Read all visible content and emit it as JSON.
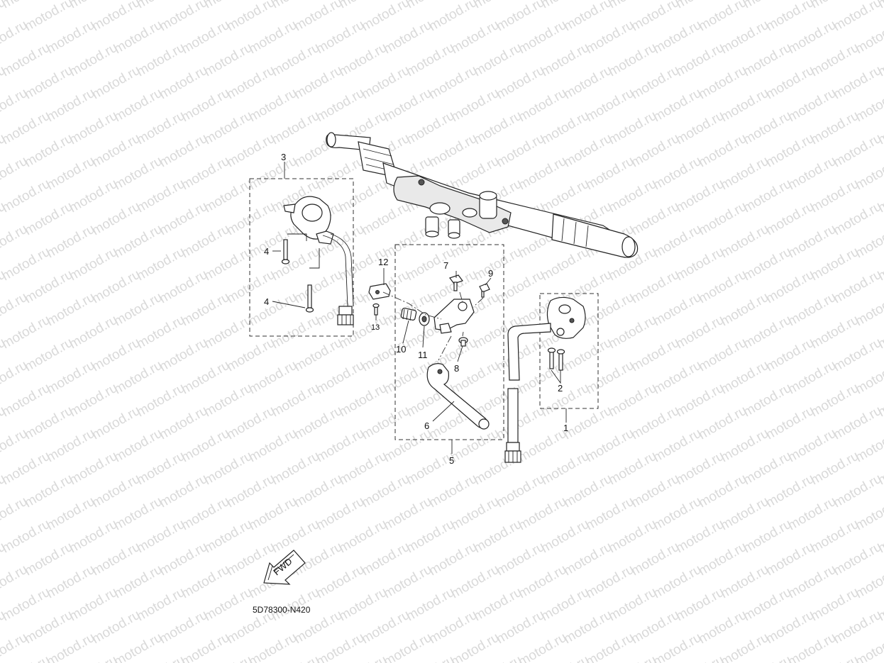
{
  "watermark": {
    "text": "motod.ru"
  },
  "diagram": {
    "code": "5D78300-N420",
    "direction_label": "FWD",
    "callouts": {
      "c1": "1",
      "c2": "2",
      "c3": "3",
      "c4a": "4",
      "c4b": "4",
      "c5": "5",
      "c6": "6",
      "c7": "7",
      "c8": "8",
      "c9": "9",
      "c10": "10",
      "c11": "11",
      "c12": "12",
      "c13": "13"
    }
  }
}
